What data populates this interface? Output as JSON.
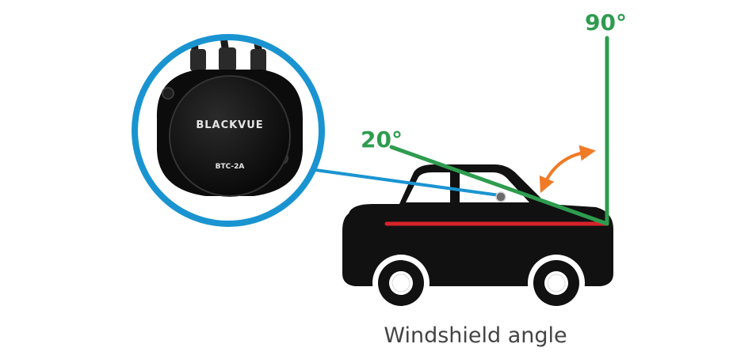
{
  "labels": {
    "angle_min": "20°",
    "angle_max": "90°",
    "caption": "Windshield angle"
  },
  "device": {
    "brand": "BLACKVUE",
    "model": "BTC-2A"
  },
  "colors": {
    "green": "#2e9c4f",
    "red": "#d8232a",
    "blue": "#1a94d1",
    "orange": "#f07a26",
    "car": "#111111",
    "caption": "#444444"
  },
  "icons": {
    "car": "car-silhouette-icon",
    "device": "camera-mount-icon",
    "arc": "double-arrow-icon"
  }
}
